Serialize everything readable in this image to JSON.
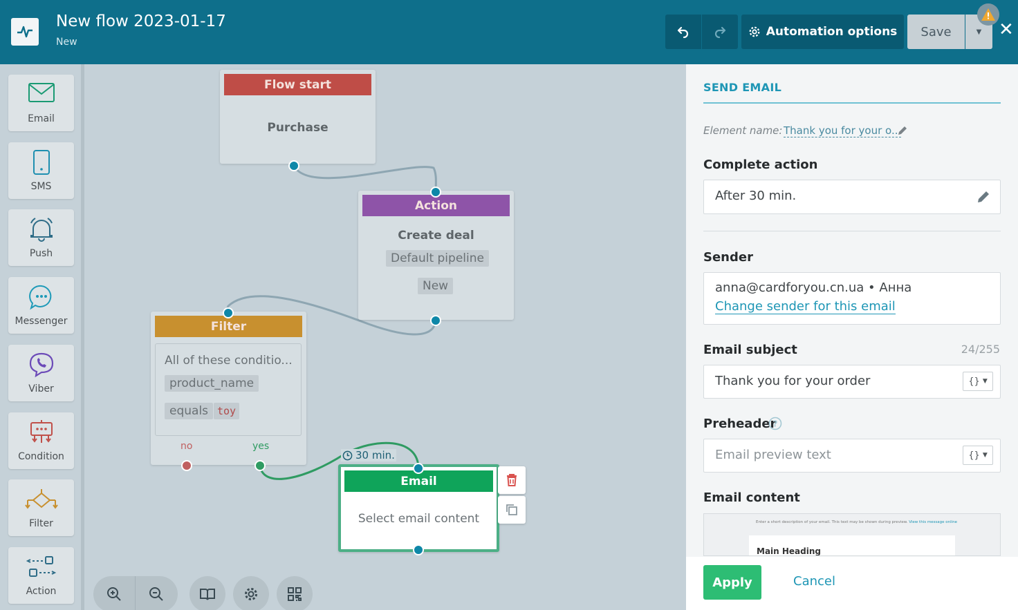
{
  "header": {
    "title": "New flow 2023-01-17",
    "subtitle": "New",
    "automation_label": "Automation options",
    "save_label": "Save"
  },
  "sidebar": {
    "items": [
      {
        "label": "Email",
        "icon": "envelope-icon"
      },
      {
        "label": "SMS",
        "icon": "phone-icon"
      },
      {
        "label": "Push",
        "icon": "bell-icon"
      },
      {
        "label": "Messenger",
        "icon": "chat-bubble-icon"
      },
      {
        "label": "Viber",
        "icon": "viber-icon"
      },
      {
        "label": "Condition",
        "icon": "condition-icon"
      },
      {
        "label": "Filter",
        "icon": "filter-icon"
      },
      {
        "label": "Action",
        "icon": "action-icon"
      }
    ]
  },
  "canvas": {
    "flow_start": {
      "header": "Flow start",
      "text": "Purchase"
    },
    "action": {
      "header": "Action",
      "text": "Create deal",
      "chip1": "Default pipeline",
      "chip2": "New"
    },
    "filter": {
      "header": "Filter",
      "text": "All of these conditio...",
      "field": "product_name",
      "operator": "equals",
      "value": "toy",
      "no_label": "no",
      "yes_label": "yes"
    },
    "email": {
      "header": "Email",
      "text": "Select email content",
      "delay": "30 min."
    }
  },
  "panel": {
    "title": "SEND EMAIL",
    "element_name_label": "Element name:",
    "element_name_value": "Thank you for your o...",
    "complete_action_label": "Complete action",
    "complete_action_value": "After 30 min.",
    "sender_label": "Sender",
    "sender_value": "anna@cardforyou.cn.ua • Анна",
    "change_sender": "Change sender for this email",
    "subject_label": "Email subject",
    "subject_counter": "24/255",
    "subject_value": "Thank you for your order",
    "preheader_label": "Preheader",
    "preheader_placeholder": "Email preview text",
    "content_label": "Email content",
    "preview_small_text": "Enter a short description of your email. This text may be shown during preview.",
    "preview_link": "View this message online",
    "preview_heading": "Main Heading",
    "var_label": "{}",
    "apply": "Apply",
    "cancel": "Cancel"
  },
  "colors": {
    "header_bg": "#0e6f8b",
    "flow_start": "#bf4d47",
    "action": "#8e54a8",
    "filter": "#c8902f",
    "email": "#0fa45a",
    "apply": "#2dbd74",
    "accent": "#1e96b5"
  }
}
